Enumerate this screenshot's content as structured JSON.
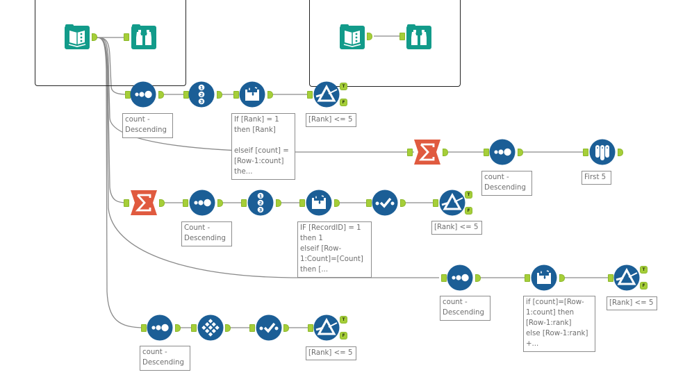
{
  "canvas": {
    "title": "Alteryx workflow canvas",
    "colors": {
      "tool_blue": "#1b5e96",
      "tool_teal": "#129b8a",
      "tool_summarize": "#e05a3f",
      "anchor_green": "#a6ce39",
      "connection_gray": "#8a8a8a",
      "annotation_text": "#6e6e6e"
    }
  },
  "containers": [
    {
      "name": "container-1",
      "tools": [
        "input-data-1",
        "browse-1"
      ]
    },
    {
      "name": "container-2",
      "tools": [
        "input-data-2",
        "browse-2"
      ]
    }
  ],
  "tools": {
    "input_data_1": {
      "icon": "book-icon",
      "type": "Input Data"
    },
    "browse_1": {
      "icon": "binoculars-icon",
      "type": "Browse"
    },
    "input_data_2": {
      "icon": "book-icon",
      "type": "Input Data"
    },
    "browse_2": {
      "icon": "binoculars-icon",
      "type": "Browse"
    },
    "row1": [
      {
        "icon": "sort-icon",
        "type": "Sort",
        "annotation": "count -\nDescending"
      },
      {
        "icon": "record-id-icon",
        "type": "Record ID"
      },
      {
        "icon": "multi-row-formula-icon",
        "type": "Multi-Row Formula",
        "annotation": "If [Rank] = 1\nthen [Rank]\n\nelseif [count] =\n[Row-1:count]\nthe..."
      },
      {
        "icon": "filter-icon",
        "type": "Filter",
        "annotation": "[Rank] <= 5",
        "true_label": "T",
        "false_label": "F"
      }
    ],
    "row2": [
      {
        "icon": "summarize-icon",
        "type": "Summarize"
      },
      {
        "icon": "sort-icon",
        "type": "Sort",
        "annotation": "count -\nDescending"
      },
      {
        "icon": "sample-icon",
        "type": "Sample",
        "annotation": "First 5"
      }
    ],
    "row3": [
      {
        "icon": "summarize-icon",
        "type": "Summarize"
      },
      {
        "icon": "sort-icon",
        "type": "Sort",
        "annotation": "Count -\nDescending"
      },
      {
        "icon": "record-id-icon",
        "type": "Record ID"
      },
      {
        "icon": "multi-row-formula-icon",
        "type": "Multi-Row Formula",
        "annotation": "IF [RecordID] = 1\nthen 1\nelseif [Row-\n1:Count]=[Count]\nthen [..."
      },
      {
        "icon": "select-icon",
        "type": "Select"
      },
      {
        "icon": "filter-icon",
        "type": "Filter",
        "annotation": "[Rank] <= 5",
        "true_label": "T",
        "false_label": "F"
      }
    ],
    "row4": [
      {
        "icon": "sort-icon",
        "type": "Sort",
        "annotation": "count -\nDescending"
      },
      {
        "icon": "multi-row-formula-icon",
        "type": "Multi-Row Formula",
        "annotation": "if [count]=[Row-\n1:count] then\n[Row-1:rank]\nelse [Row-1:rank]\n+..."
      },
      {
        "icon": "filter-icon",
        "type": "Filter",
        "annotation": "[Rank] <= 5",
        "true_label": "T",
        "false_label": "F"
      }
    ],
    "row5": [
      {
        "icon": "sort-icon",
        "type": "Sort",
        "annotation": "count -\nDescending"
      },
      {
        "icon": "tile-icon",
        "type": "Tile"
      },
      {
        "icon": "select-icon",
        "type": "Select"
      },
      {
        "icon": "filter-icon",
        "type": "Filter",
        "annotation": "[Rank] <= 5",
        "true_label": "T",
        "false_label": "F"
      }
    ]
  }
}
